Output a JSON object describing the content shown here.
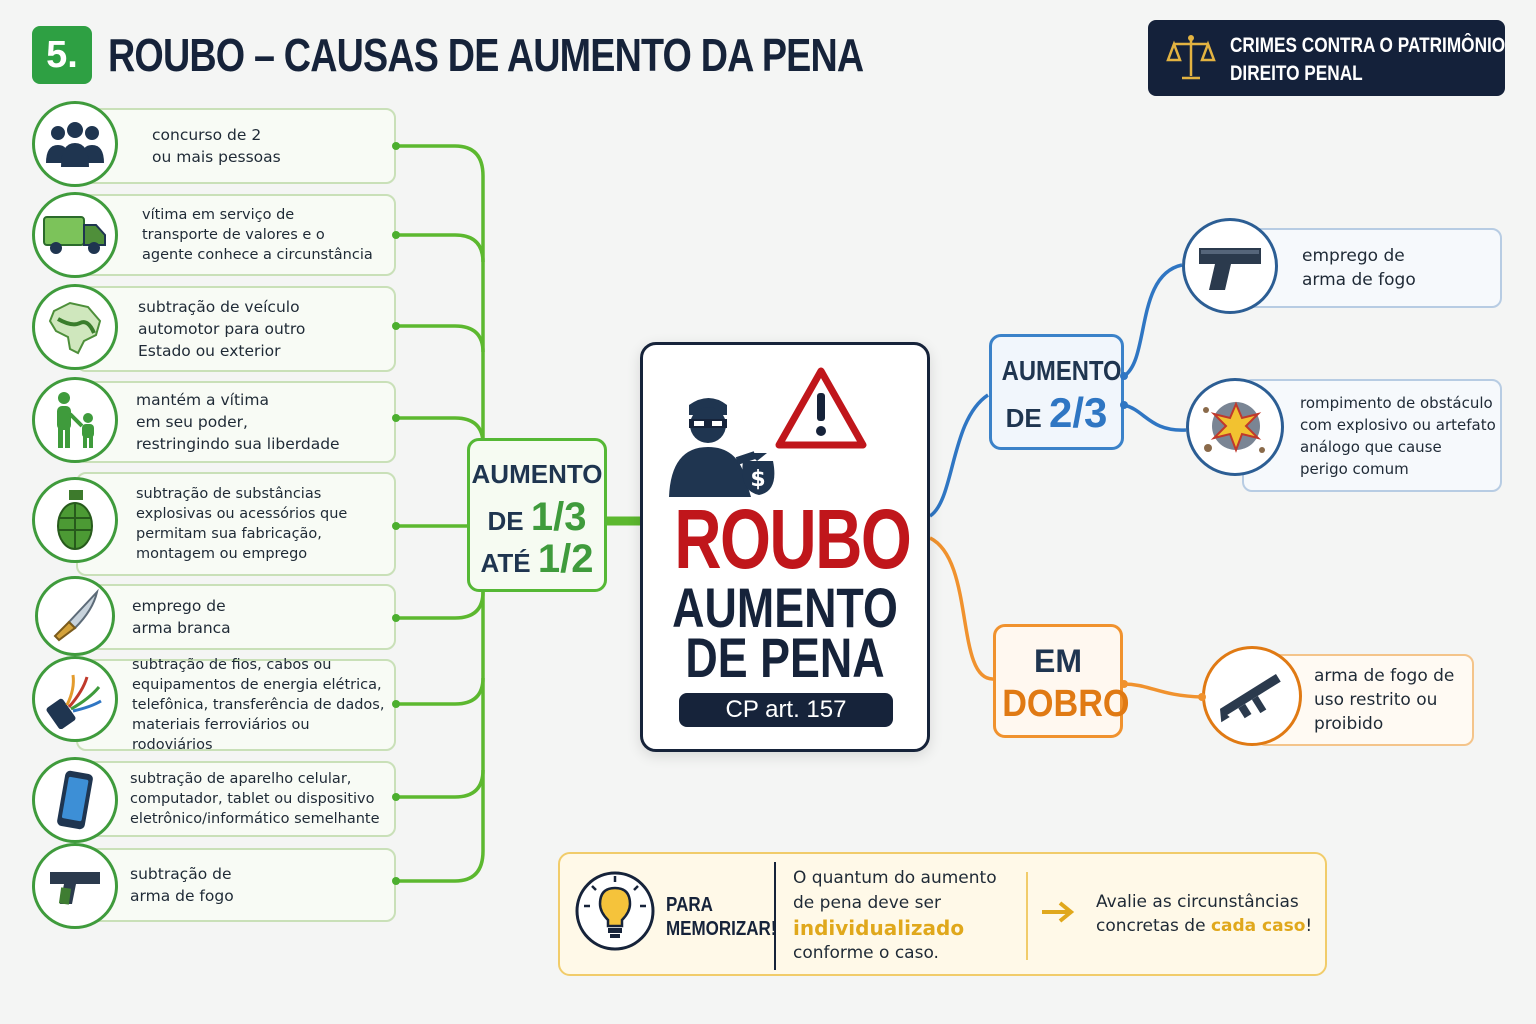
{
  "header": {
    "number": "5.",
    "title": "ROUBO – CAUSAS DE AUMENTO DA PENA",
    "badge_line1": "CRIMES CONTRA O PATRIMÔNIO",
    "badge_line2": "DIREITO PENAL",
    "badge_icon": "scales-icon"
  },
  "left_items": [
    {
      "text": "concurso de 2\nou mais pessoas",
      "icon": "group-icon"
    },
    {
      "text": "vítima em serviço de\ntransporte de valores e o\nagente conhece a circunstância",
      "icon": "truck-icon"
    },
    {
      "text": "subtração de veículo\nautomotor para outro\nEstado ou exterior",
      "icon": "map-icon"
    },
    {
      "text": "mantém a vítima\nem seu poder,\nrestringindo sua liberdade",
      "icon": "person-child-icon"
    },
    {
      "text": "subtração de substâncias\nexplosivas ou acessórios que\npermitam sua fabricação,\nmontagem ou emprego",
      "icon": "grenade-icon"
    },
    {
      "text": "emprego de\narma branca",
      "icon": "knife-icon"
    },
    {
      "text": "subtração de fios, cabos ou\nequipamentos de energia elétrica,\ntelefônica, transferência de dados,\nmateriais ferroviários ou rodoviários",
      "icon": "cables-icon"
    },
    {
      "text": "subtração de aparelho celular,\ncomputador, tablet ou dispositivo\neletrônico/informático semelhante",
      "icon": "phone-icon"
    },
    {
      "text": "subtração de\narma de fogo",
      "icon": "pistol-icon"
    }
  ],
  "hub_green": {
    "line1": "AUMENTO",
    "line2_prefix": "DE ",
    "line2_value": "1/3",
    "line3_prefix": "ATÉ ",
    "line3_value": "1/2"
  },
  "center": {
    "title": "ROUBO",
    "subtitle1": "AUMENTO",
    "subtitle2": "DE PENA",
    "law": "CP art. 157",
    "icon_thief": "thief-icon",
    "icon_warning": "warning-icon"
  },
  "hub_blue": {
    "line1": "AUMENTO",
    "line2_prefix": "DE ",
    "line2_value": "2/3"
  },
  "hub_orange": {
    "line1": "EM",
    "line2": "DOBRO"
  },
  "right_blue_items": [
    {
      "text": "emprego de\narma de fogo",
      "icon": "pistol-icon"
    },
    {
      "text": "rompimento de obstáculo\ncom explosivo ou artefato\nanálogo que cause\nperigo comum",
      "icon": "explosion-icon"
    }
  ],
  "right_orange_items": [
    {
      "text": "arma de fogo de\nuso restrito ou\nproibido",
      "icon": "rifle-icon"
    }
  ],
  "memo": {
    "label1": "PARA",
    "label2": "MEMORIZAR!",
    "text1": "O quantum do aumento",
    "text2": "de pena deve ser",
    "highlight": "individualizado",
    "text3": "conforme o caso.",
    "tip1": "Avalie as circunstâncias",
    "tip2_prefix": "concretas de ",
    "tip2_highlight": "cada caso",
    "tip2_suffix": "!",
    "icon": "lightbulb-icon"
  },
  "colors": {
    "green": "#4caf2f",
    "blue": "#2f76c3",
    "orange": "#f0922e",
    "navy": "#16233a",
    "red": "#c0161b",
    "gold": "#e0a81c"
  }
}
